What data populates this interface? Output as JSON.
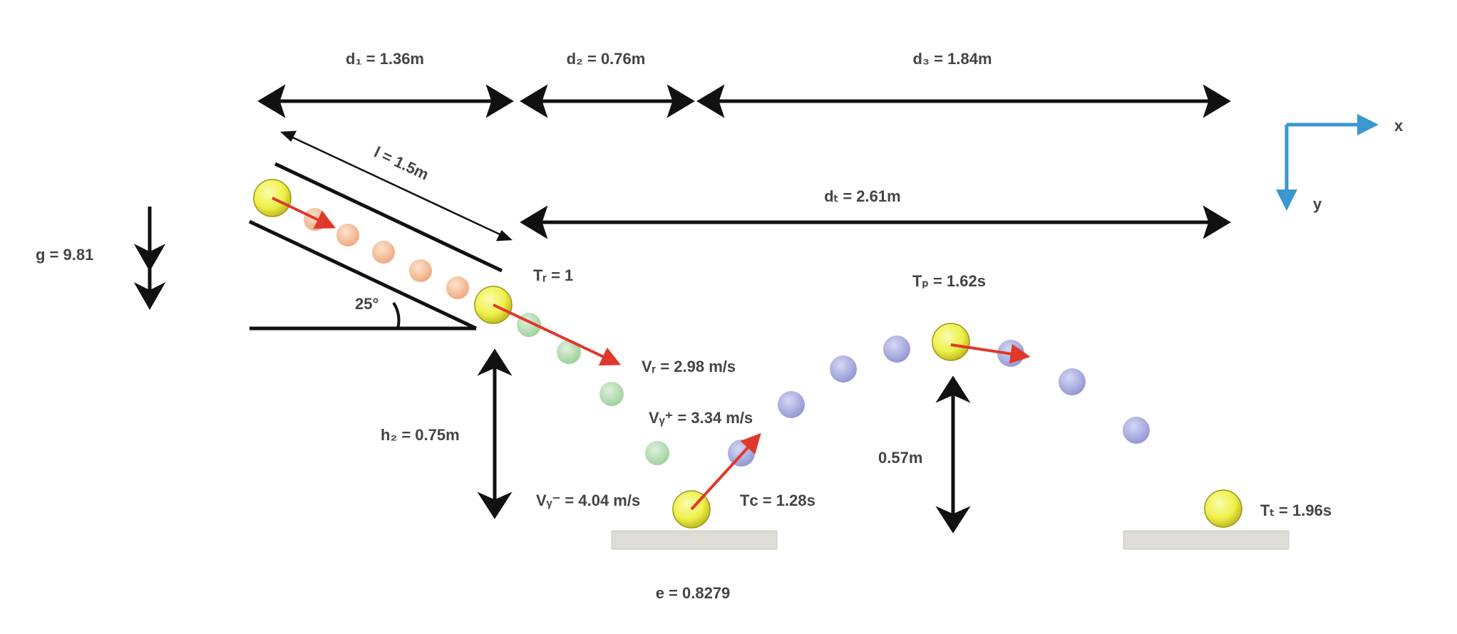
{
  "labels": {
    "d1": "d₁ = 1.36m",
    "d2": "d₂ = 0.76m",
    "d3": "d₃ = 1.84m",
    "dt": "dₜ = 2.61m",
    "l": "l = 1.5m",
    "g": "g = 9.81",
    "angle": "25°",
    "tr": "Tᵣ = 1",
    "tp": "Tₚ = 1.62s",
    "vr": "Vᵣ = 2.98 m/s",
    "vy_plus": "Vᵧ⁺ = 3.34 m/s",
    "h2": "h₂ = 0.75m",
    "vy_minus": "Vᵧ⁻ = 4.04 m/s",
    "tc": "Tᴄ = 1.28s",
    "h_peak": "0.57m",
    "tt": "Tₜ = 1.96s",
    "e": "e = 0.8279"
  },
  "axes": {
    "x": "x",
    "y": "y"
  },
  "colors": {
    "ink": "#111111",
    "text": "#444444",
    "velocity_arrow": "#e0382b",
    "axis_arrow": "#3a97cf",
    "ball": "#eef048",
    "ramp_trail": "#f3b48c",
    "fall_trail": "#a9d7a9",
    "bounce_trail": "#9fa3dc",
    "ground": "#dddcd6"
  }
}
